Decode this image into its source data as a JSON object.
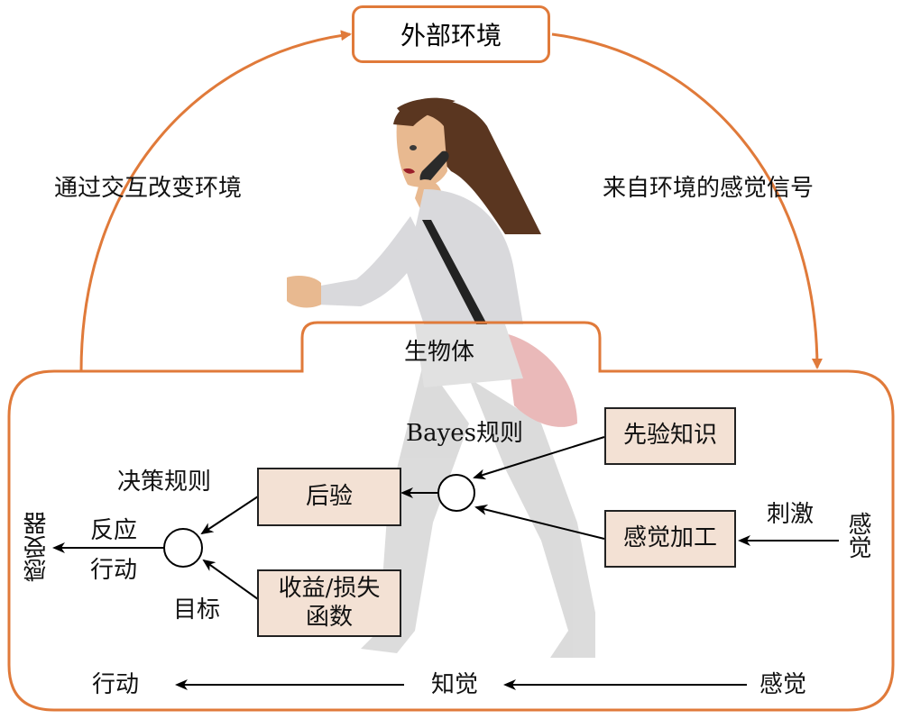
{
  "diagram": {
    "environment": {
      "label": "外部环境"
    },
    "left_arc": {
      "label": "通过交互改变环境"
    },
    "right_arc": {
      "label": "来自环境的感觉信号"
    },
    "organism": {
      "label": "生物体"
    },
    "bayes": {
      "rule_label": "Bayes规则",
      "prior_box": "先验知识",
      "sensory_processing_box": "感觉加工",
      "posterior_box": "后验"
    },
    "decision": {
      "rule_label": "决策规则",
      "goal_label": "目标",
      "gain_loss_box_line1": "收益/损失",
      "gain_loss_box_line2": "函数",
      "response_label": "反应",
      "action_label": "行动",
      "effector_label": "感受器"
    },
    "input": {
      "stimulus_label": "刺激",
      "sense_label": "感觉"
    },
    "bottom_flow": {
      "action": "行动",
      "perception": "知觉",
      "sensation": "感觉"
    }
  },
  "colors": {
    "accent_orange": "#e07a3a",
    "box_fill": "#f3e1d4",
    "stroke": "#111111"
  }
}
